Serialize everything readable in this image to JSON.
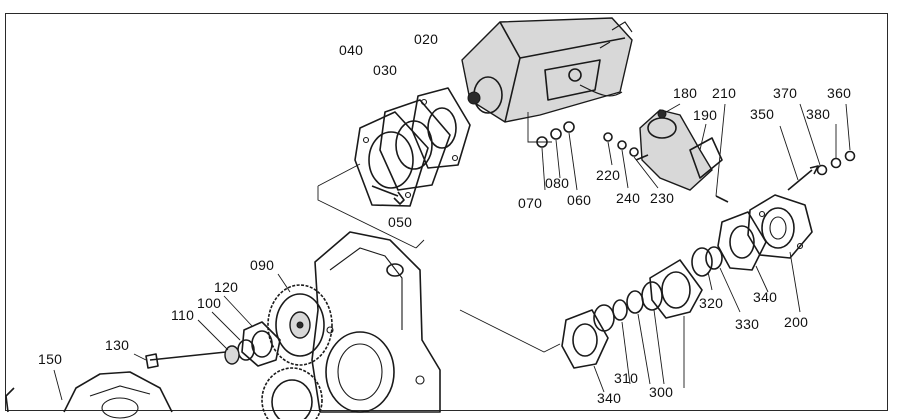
{
  "labels": {
    "p040": "040",
    "p030": "030",
    "p020": "020",
    "p180": "180",
    "p210": "210",
    "p370": "370",
    "p360": "360",
    "p350": "350",
    "p380": "380",
    "p190": "190",
    "p220": "220",
    "p080": "080",
    "p070": "070",
    "p060": "060",
    "p240": "240",
    "p230": "230",
    "p050": "050",
    "p090": "090",
    "p120": "120",
    "p100": "100",
    "p110": "110",
    "p130": "130",
    "p150": "150",
    "p320": "320",
    "p330": "330",
    "p340a": "340",
    "p200": "200",
    "p340b": "340",
    "p310": "310",
    "p300": "300"
  }
}
